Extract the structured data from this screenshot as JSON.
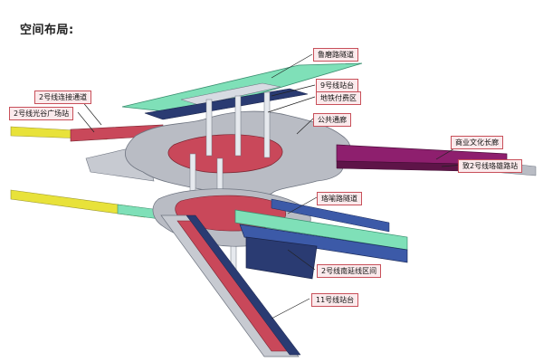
{
  "title": "空间布局:",
  "labels": {
    "lufu_tunnel": "鲁磨路隧道",
    "line9_platform": "9号线站台",
    "paid_area": "地铁付费区",
    "public_corridor": "公共通廊",
    "line2_link": "2号线连接通道",
    "line2_guanggu": "2号线光谷广场站",
    "commerce_corridor": "商业文化长廊",
    "line2_pearl": "致2号线珞雄路站",
    "luoyu_tunnel": "珞喻路隧道",
    "line2_extension": "2号线南延线区间",
    "line11_platform": "11号线站台"
  },
  "colors": {
    "callout_border": "#c8505a",
    "callout_fill": "#fbeaec",
    "central_plate": "#b9bcc4",
    "paid_area": "#c9485a",
    "line2_yellow": "#e8e23a",
    "commerce_purple": "#8e1f6e",
    "tunnel_green": "#7fe0b8",
    "blue_tunnel": "#3c5aa8",
    "line11_red": "#c9485a"
  }
}
